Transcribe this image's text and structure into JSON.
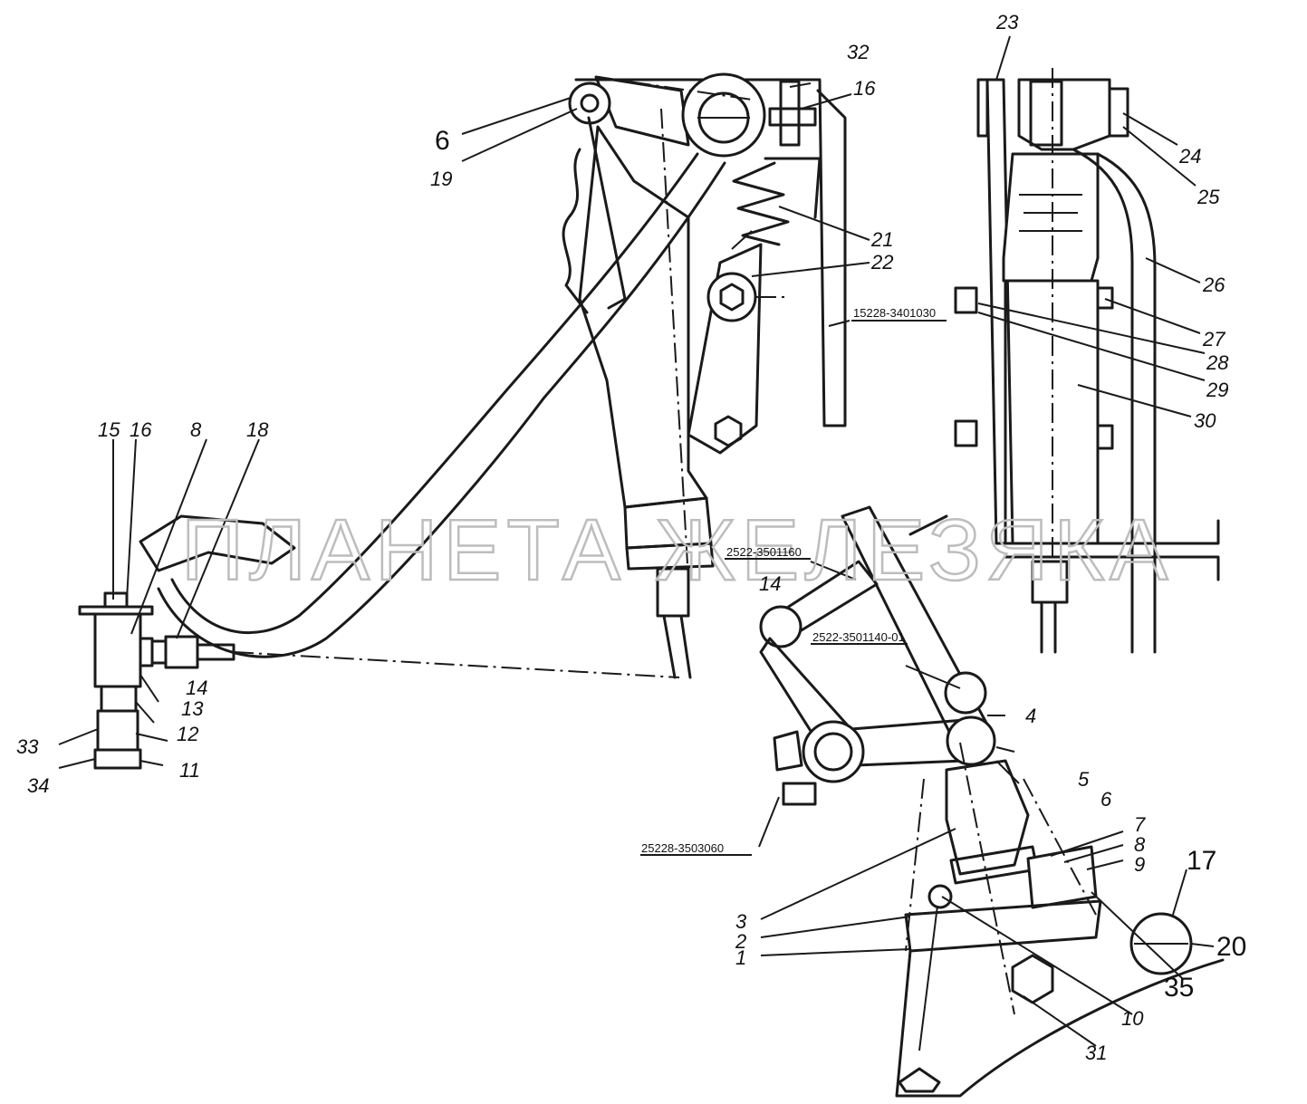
{
  "watermark": "ПЛАНЕТА ЖЕЛЕЗЯКА",
  "part_codes": {
    "pedal_bracket": "15228-3401030",
    "rod_upper": "2522-3501160",
    "rod_lower": "2522-3501140-01",
    "lever_assembly": "25228-3503060"
  },
  "labels": {
    "l1": "1",
    "l2": "2",
    "l3": "3",
    "l4": "4",
    "l5": "5",
    "l6_top": "6",
    "l6_bot": "6",
    "l7": "7",
    "l8_right": "8",
    "l8_left": "8",
    "l9": "9",
    "l10": "10",
    "l11": "11",
    "l12": "12",
    "l13": "13",
    "l14_top": "14",
    "l14_left": "14",
    "l15": "15",
    "l16_top": "16",
    "l16_left": "16",
    "l17": "17",
    "l18": "18",
    "l19": "19",
    "l20": "20",
    "l21": "21",
    "l22": "22",
    "l23": "23",
    "l24": "24",
    "l25": "25",
    "l26": "26",
    "l27": "27",
    "l28": "28",
    "l29": "29",
    "l30": "30",
    "l31": "31",
    "l32": "32",
    "l33": "33",
    "l34": "34",
    "l35": "35"
  }
}
